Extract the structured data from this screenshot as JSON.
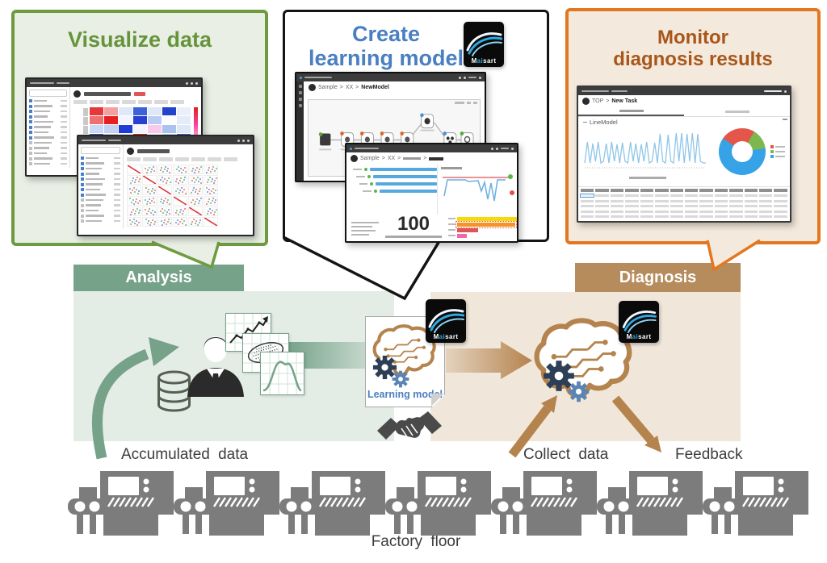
{
  "colors": {
    "green_border": "#6f9b40",
    "green_bg": "#e9efe4",
    "green_title": "#66943c",
    "blue_title": "#4a7fc1",
    "black_border": "#141414",
    "orange_border": "#e4761f",
    "orange_bg": "#f3e9dc",
    "orange_title": "#a9561a",
    "sage": "#76a289",
    "sage_panel": "#e4ece6",
    "tan": "#b68c5c",
    "tan_panel": "#f0e7da",
    "brown_arrow": "#b5834e",
    "machine_gray": "#7c7c7c",
    "label_text": "#3d3d3d",
    "brain": "#b5834e",
    "gear_dark": "#2d3e57",
    "gear_blue": "#5b84b4",
    "maisart_blue": "#2fa8e1"
  },
  "callouts": {
    "visualize": {
      "title": "Visualize data"
    },
    "create": {
      "line1": "Create",
      "line2": "learning model"
    },
    "monitor": {
      "line1": "Monitor",
      "line2": "diagnosis results"
    }
  },
  "flow": {
    "analysis": "Analysis",
    "diagnosis": "Diagnosis",
    "learning_model": "Learning model",
    "accumulated": "Accumulated data",
    "collect": "Collect data",
    "feedback": "Feedback",
    "factory": "Factory floor"
  },
  "maisart": {
    "m": "M",
    "ai": "ai",
    "sart": "sart"
  },
  "windows": {
    "heatmap": {
      "grid": [
        [
          "#e63838",
          "#f5a0a0",
          "#dfe8f8",
          "#3b62d6",
          "#dfe8f8",
          "#2244cc",
          "#eaeffb"
        ],
        [
          "#ef7070",
          "#e62020",
          "#f2f5fd",
          "#2a3fd0",
          "#b9cdf2",
          "#fdfdff",
          "#e4ecfa"
        ],
        [
          "#ccd9f5",
          "#c4d3f3",
          "#1f3bd8",
          "#f2f5fd",
          "#f8c9ea",
          "#a9c2ee",
          "#dfe8f8"
        ],
        [
          "#3b5ad8",
          "#cdd9f5",
          "#ecf1fc",
          "#e62020",
          "#f5f7fe",
          "#cdd9f5",
          "#3b62d6"
        ],
        [
          "#1b35e0",
          "#d5dff6",
          "#dfe8f8",
          "#f7f8fe",
          "#e62a2a",
          "#edf1fc",
          "#d5dff6"
        ],
        [
          "#c4d3f3",
          "#dfe8f8",
          "#3b56d2",
          "#cdd9f5",
          "#eaeffb",
          "#ef6a6a",
          "#f2f5fd"
        ]
      ]
    },
    "scatter": {
      "n": 6,
      "dot_colors": [
        "#d94f3f",
        "#3fa25c",
        "#4a63d8"
      ]
    },
    "editor": {
      "crumb": [
        "Sample",
        "XX",
        "NewModel"
      ],
      "sep": ">",
      "node_dots": [
        "#58a838",
        "#e06428",
        "#e06428",
        "#e06428",
        "#e06428",
        "#4a90d8",
        "#4a90d8",
        "#4a90d8",
        "#58a838"
      ]
    },
    "training": {
      "score": "100",
      "bars": [
        88,
        88,
        88,
        78
      ],
      "bar_color": "#55a8e0",
      "result_bars": [
        {
          "color": "#f6d908",
          "w": 112
        },
        {
          "color": "#f49326",
          "w": 72
        },
        {
          "color": "#e05555",
          "w": 26
        },
        {
          "color": "#ef6aa8",
          "w": 12
        }
      ],
      "button_color": "#3a78d8"
    },
    "monitor": {
      "crumb_root": "TOP",
      "crumb_sep": ">",
      "crumb_leaf": "New Task",
      "model": "LineModel",
      "wave_color": "#8fc6e8",
      "wave": [
        46,
        20,
        46,
        22,
        44,
        20,
        46,
        44,
        22,
        46,
        20,
        44,
        23,
        46,
        21,
        44,
        46,
        20,
        44,
        22,
        46,
        23,
        44,
        20,
        46,
        44,
        21,
        46,
        10,
        44,
        46,
        11,
        44,
        46,
        9,
        44,
        9,
        46,
        10,
        44,
        9,
        46,
        10,
        44,
        46,
        46
      ],
      "donut": [
        {
          "color": "#e4564a",
          "v": 24
        },
        {
          "color": "#7cb84e",
          "v": 14
        },
        {
          "color": "#35a3e6",
          "v": 62
        }
      ],
      "table_cols": 14,
      "table_rows": 7
    }
  },
  "factory": {
    "machine_count": 7
  }
}
